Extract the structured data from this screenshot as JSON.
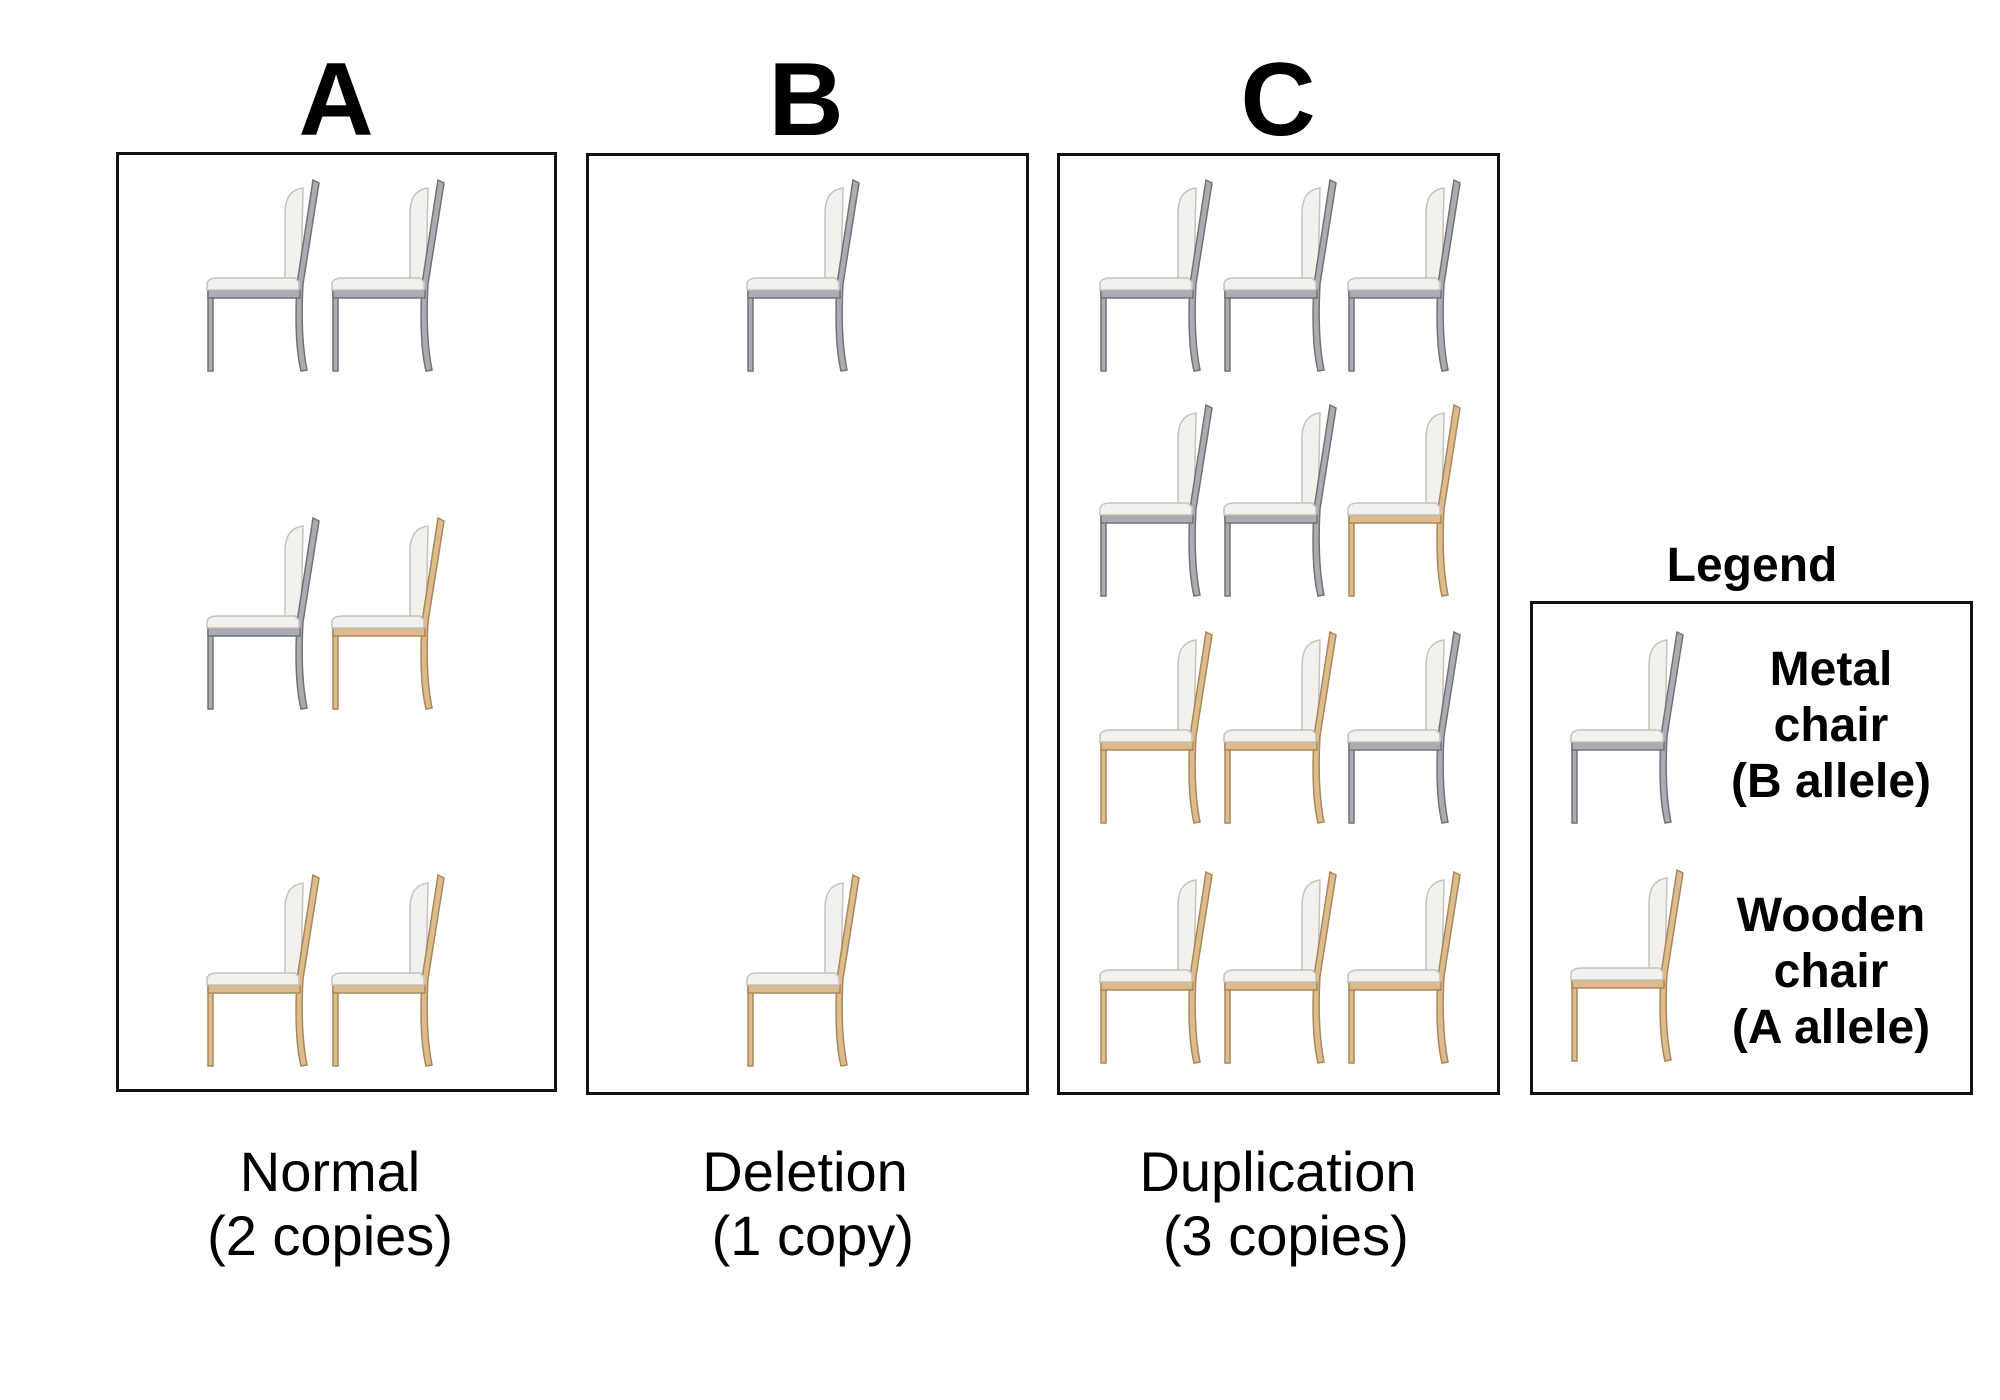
{
  "panels": [
    {
      "letter": "A",
      "caption_line1": "Normal",
      "caption_line2": "(2 copies)",
      "rows": [
        [
          "metal",
          "metal"
        ],
        [
          "metal",
          "wooden"
        ],
        [
          "wooden",
          "wooden"
        ]
      ]
    },
    {
      "letter": "B",
      "caption_line1": "Deletion",
      "caption_line2": " (1 copy)",
      "rows": [
        [
          "metal"
        ],
        [],
        [
          "wooden"
        ]
      ]
    },
    {
      "letter": "C",
      "caption_line1": "Duplication",
      "caption_line2": " (3 copies)",
      "rows": [
        [
          "metal",
          "metal",
          "metal"
        ],
        [
          "metal",
          "metal",
          "wooden"
        ],
        [
          "wooden",
          "wooden",
          "metal"
        ],
        [
          "wooden",
          "wooden",
          "wooden"
        ]
      ]
    }
  ],
  "legend": {
    "title": "Legend",
    "metal": {
      "line1": "Metal",
      "line2": "chair",
      "line3": "(B allele)"
    },
    "wooden": {
      "line1": "Wooden",
      "line2": "chair",
      "line3": "(A allele)"
    }
  },
  "colors": {
    "metal_frame": "#a9adb2",
    "metal_frame_edge": "#6f7378",
    "wooden_frame": "#ddbb8c",
    "wooden_frame_edge": "#a9875a",
    "seat": "#f2f1ee",
    "seat_edge": "#c4c3bf",
    "border": "#111111"
  }
}
